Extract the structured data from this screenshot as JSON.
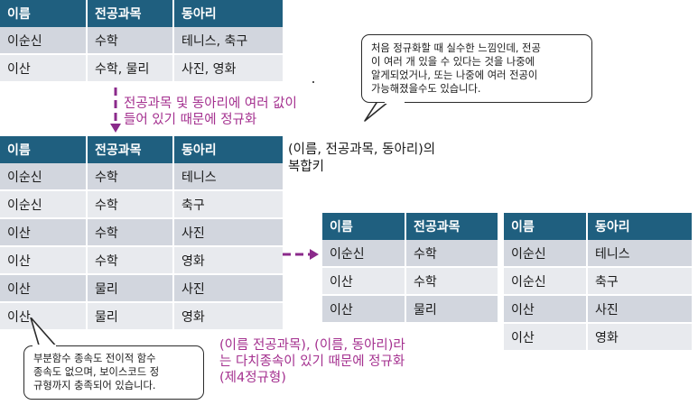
{
  "table1": {
    "headers": [
      "이름",
      "전공과목",
      "동아리"
    ],
    "rows": [
      [
        "이순신",
        "수학",
        "테니스, 축구"
      ],
      [
        "이산",
        "수학, 물리",
        "사진, 영화"
      ]
    ]
  },
  "table2": {
    "headers": [
      "이름",
      "전공과목",
      "동아리"
    ],
    "rows": [
      [
        "이순신",
        "수학",
        "테니스"
      ],
      [
        "이순신",
        "수학",
        "축구"
      ],
      [
        "이산",
        "수학",
        "사진"
      ],
      [
        "이산",
        "수학",
        "영화"
      ],
      [
        "이산",
        "물리",
        "사진"
      ],
      [
        "이산",
        "물리",
        "영화"
      ]
    ]
  },
  "table3": {
    "headers": [
      "이름",
      "전공과목"
    ],
    "rows": [
      [
        "이순신",
        "수학"
      ],
      [
        "이산",
        "수학"
      ],
      [
        "이산",
        "물리"
      ]
    ]
  },
  "table4": {
    "headers": [
      "이름",
      "동아리"
    ],
    "rows": [
      [
        "이순신",
        "테니스"
      ],
      [
        "이순신",
        "축구"
      ],
      [
        "이산",
        "사진"
      ],
      [
        "이산",
        "영화"
      ]
    ]
  },
  "notes": {
    "normalize_1": [
      "전공과목 및 동아리에 여러 값이",
      "들어 있기 때문에 정규화"
    ],
    "composite_key": [
      "(이름, 전공과목, 동아리)의",
      "복합키"
    ],
    "normalize_2": [
      "(이름 전공과목), (이름, 동아리)라",
      "는 다치종속이 있기 때문에 정규화",
      "(제4정규형)"
    ]
  },
  "bubbles": {
    "top": [
      "처음 정규화할 때 실수한 느낌인데, 전공",
      "이 여러 개 있을 수 있다는 것을 나중에",
      "알게되었거나, 또는 나중에 여러 전공이",
      "가능해졌을수도 있습니다."
    ],
    "bottom": [
      "부분함수 종속도 전이적 함수",
      "종속도 없으며, 보이스코드 정",
      "규형까지 충족되어 있습니다."
    ]
  },
  "colors": {
    "header_bg": "#1f5f7f",
    "row_dark": "#d2d6de",
    "row_light": "#e8eaee",
    "note_purple": "#a4308f",
    "arrow_purple": "#8b2a8b"
  }
}
